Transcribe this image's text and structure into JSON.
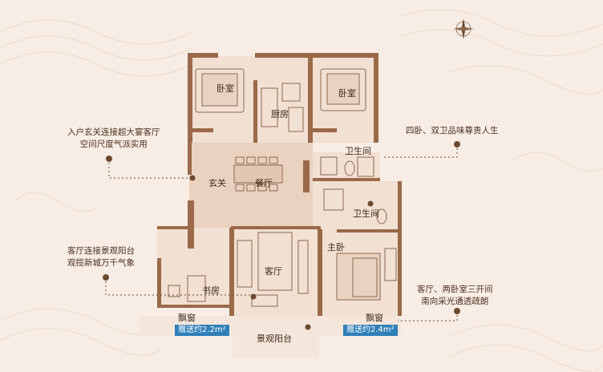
{
  "rooms": {
    "bedroom_left": "卧室",
    "bedroom_right": "卧室",
    "kitchen": "厨房",
    "bathroom_upper": "卫生间",
    "bathroom_lower": "卫生间",
    "entrance": "玄关",
    "dining": "餐厅",
    "living": "客厅",
    "study": "书房",
    "master_bedroom": "主卧",
    "balcony": "景观阳台",
    "bay_window_left": "飘窗",
    "bay_window_right": "飘窗"
  },
  "badges": {
    "left": "赠送约2.2m²",
    "right": "赠送约2.4m²"
  },
  "annotations": {
    "entrance_line1": "入户玄关连接超大宴客厅",
    "entrance_line2": "空间尺度气派实用",
    "bedrooms_line1": "四卧、双卫品味尊贵人生",
    "living_line1": "客厅连接景观阳台",
    "living_line2": "观揽新城万千气象",
    "south_line1": "客厅、两卧室三开间",
    "south_line2": "南向采光通透疏朗"
  },
  "colors": {
    "background": "#f8ede4",
    "wall": "#9a6a4a",
    "floor": "#f2e0d2",
    "hall_floor": "#ead2c0",
    "accent": "#6b4a32",
    "badge": "#2f7fb8"
  },
  "icons": {
    "compass": "compass-icon"
  }
}
